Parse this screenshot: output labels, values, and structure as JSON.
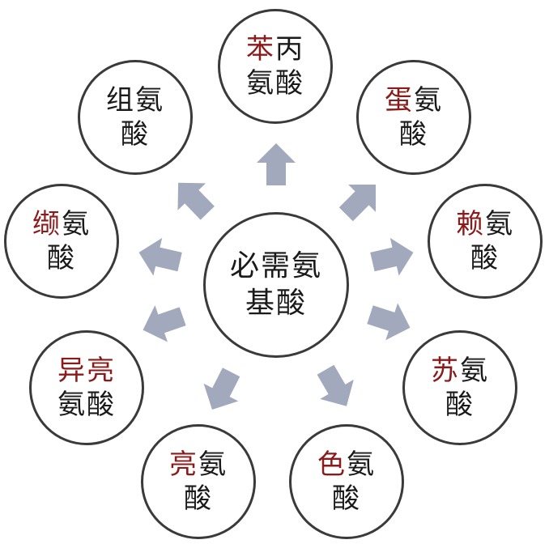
{
  "center": {
    "line1": "必需氨",
    "line2": "基酸"
  },
  "nodes": [
    {
      "id": "phenylalanine",
      "hl": "苯",
      "rest": "丙",
      "line2": "氨酸"
    },
    {
      "id": "methionine",
      "hl": "蛋",
      "rest": "氨",
      "line2": "酸"
    },
    {
      "id": "lysine",
      "hl": "赖",
      "rest": "氨",
      "line2": "酸"
    },
    {
      "id": "threonine",
      "hl": "苏",
      "rest": "氨",
      "line2": "酸"
    },
    {
      "id": "tryptophan",
      "hl": "色",
      "rest": "氨",
      "line2": "酸"
    },
    {
      "id": "leucine",
      "hl": "亮",
      "rest": "氨",
      "line2": "酸"
    },
    {
      "id": "isoleucine",
      "hl": "异亮",
      "rest": "",
      "line2": "氨酸"
    },
    {
      "id": "valine",
      "hl": "缬",
      "rest": "氨",
      "line2": "酸"
    },
    {
      "id": "histidine",
      "hl": "",
      "rest": "组氨",
      "line2": "酸"
    }
  ],
  "colors": {
    "arrow": "#a3a9bd",
    "border": "#3a3a3a",
    "highlight": "#8b1a1a",
    "text": "#1a1a1a"
  }
}
